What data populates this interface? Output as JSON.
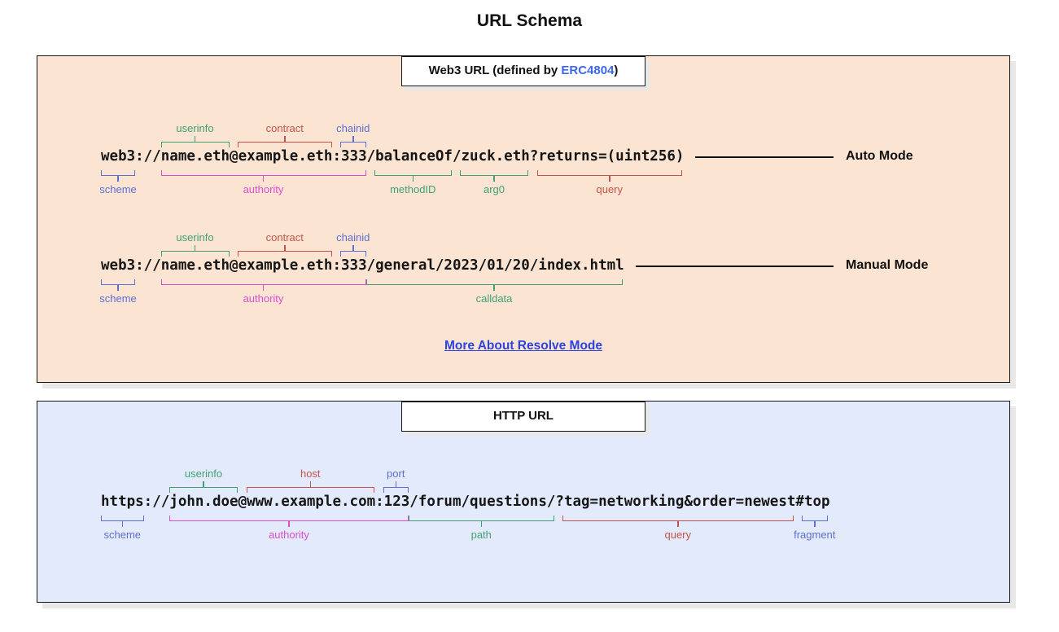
{
  "title": "URL Schema",
  "colors": {
    "green": "#3fa173",
    "red": "#c5524c",
    "blue": "#5d6fd2",
    "magenta": "#d94fcf",
    "header_link": "#3b66f3",
    "footer_link": "#2b43e0",
    "url_text": "#161616",
    "web3_panel_bg": "#fce4d2",
    "http_panel_bg": "#e3eafb"
  },
  "panels": {
    "web3": {
      "header": {
        "prefix": "Web3 URL (defined by ",
        "link_text": "ERC4804",
        "suffix": ")"
      },
      "footer_link": "More About Resolve Mode",
      "rows": [
        {
          "url": "web3://name.eth@example.eth:333/balanceOf/zuck.eth?returns=(uint256)",
          "mode_label": "Auto Mode",
          "segments_above": [
            {
              "label": "userinfo",
              "start": 7,
              "len": 8,
              "color": "green"
            },
            {
              "label": "contract",
              "start": 16,
              "len": 11,
              "color": "red"
            },
            {
              "label": "chainid",
              "start": 28,
              "len": 3,
              "color": "blue"
            }
          ],
          "segments_below": [
            {
              "label": "scheme",
              "start": 0,
              "len": 4,
              "color": "blue"
            },
            {
              "label": "authority",
              "start": 7,
              "len": 24,
              "color": "magenta"
            },
            {
              "label": "methodID",
              "start": 32,
              "len": 9,
              "color": "green"
            },
            {
              "label": "arg0",
              "start": 42,
              "len": 8,
              "color": "green"
            },
            {
              "label": "query",
              "start": 51,
              "len": 17,
              "color": "red"
            }
          ]
        },
        {
          "url": "web3://name.eth@example.eth:333/general/2023/01/20/index.html",
          "mode_label": "Manual Mode",
          "segments_above": [
            {
              "label": "userinfo",
              "start": 7,
              "len": 8,
              "color": "green"
            },
            {
              "label": "contract",
              "start": 16,
              "len": 11,
              "color": "red"
            },
            {
              "label": "chainid",
              "start": 28,
              "len": 3,
              "color": "blue"
            }
          ],
          "segments_below": [
            {
              "label": "scheme",
              "start": 0,
              "len": 4,
              "color": "blue"
            },
            {
              "label": "authority",
              "start": 7,
              "len": 24,
              "color": "magenta"
            },
            {
              "label": "calldata",
              "start": 31,
              "len": 30,
              "color": "green"
            }
          ]
        }
      ]
    },
    "http": {
      "header": {
        "prefix": "HTTP URL",
        "link_text": "",
        "suffix": ""
      },
      "rows": [
        {
          "url": "https://john.doe@www.example.com:123/forum/questions/?tag=networking&order=newest#top",
          "segments_above": [
            {
              "label": "userinfo",
              "start": 8,
              "len": 8,
              "color": "green"
            },
            {
              "label": "host",
              "start": 17,
              "len": 15,
              "color": "red"
            },
            {
              "label": "port",
              "start": 33,
              "len": 3,
              "color": "blue"
            }
          ],
          "segments_below": [
            {
              "label": "scheme",
              "start": 0,
              "len": 5,
              "color": "blue"
            },
            {
              "label": "authority",
              "start": 8,
              "len": 28,
              "color": "magenta"
            },
            {
              "label": "path",
              "start": 36,
              "len": 17,
              "color": "green"
            },
            {
              "label": "query",
              "start": 54,
              "len": 27,
              "color": "red"
            },
            {
              "label": "fragment",
              "start": 82,
              "len": 3,
              "color": "blue"
            }
          ]
        }
      ]
    }
  }
}
